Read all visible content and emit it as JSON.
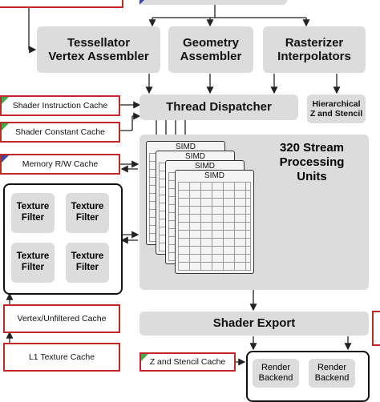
{
  "blocks": {
    "tessellator": [
      "Tessellator",
      "Vertex Assembler"
    ],
    "geometry": [
      "Geometry",
      "Assembler"
    ],
    "rasterizer": [
      "Rasterizer",
      "Interpolators"
    ],
    "thread_dispatcher": "Thread Dispatcher",
    "hierarchical_z": [
      "Hierarchical",
      "Z and Stencil"
    ],
    "stream_processing": [
      "320 Stream",
      "Processing",
      "Units"
    ],
    "shader_export": "Shader Export"
  },
  "caches": {
    "shader_instruction": "Shader Instruction Cache",
    "shader_constant": "Shader Constant Cache",
    "memory_rw": "Memory R/W Cache",
    "vertex_unfiltered": "Vertex/Unfiltered Cache",
    "l1_texture": "L1 Texture Cache",
    "z_stencil": "Z and Stencil Cache"
  },
  "texture_filter": [
    "Texture",
    "Filter"
  ],
  "simd_label": "SIMD",
  "render_backend": [
    "Render",
    "Backend"
  ],
  "colors": {
    "cache_border": "#c0282a",
    "corner_green": "#49a84a",
    "corner_blue": "#3a49a8",
    "block_fill": "#dcdcdc"
  }
}
